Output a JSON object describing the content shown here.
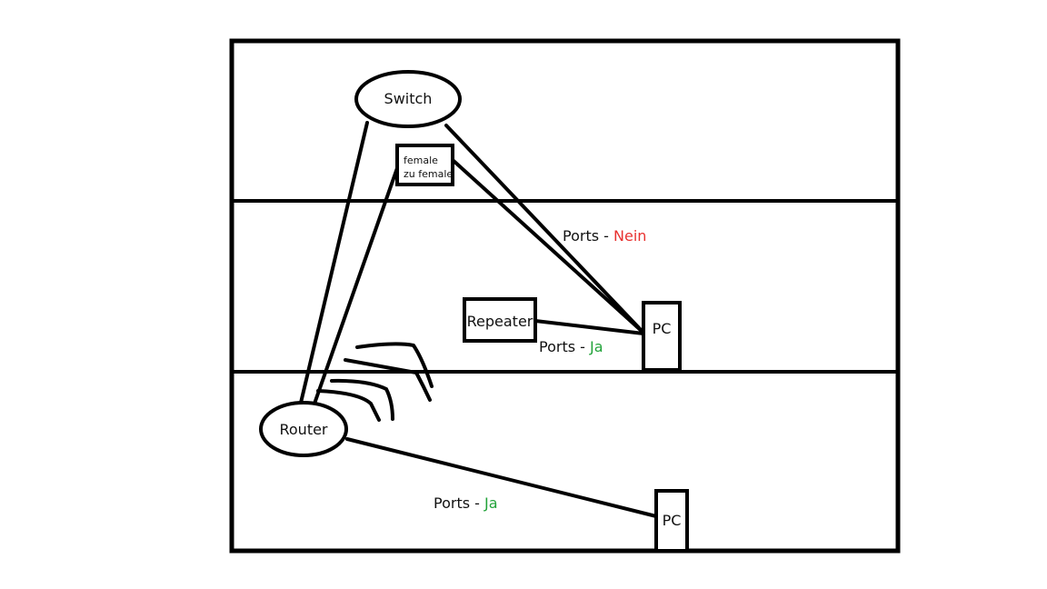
{
  "nodes": {
    "switch": "Switch",
    "adapter_line1": "female",
    "adapter_line2": "zu female",
    "repeater": "Repeater",
    "pc_middle": "PC",
    "router": "Router",
    "pc_bottom": "PC"
  },
  "port_labels": {
    "nein_prefix": "Ports - ",
    "nein_value": "Nein",
    "ja1_prefix": "Ports - ",
    "ja1_value": "Ja",
    "ja2_prefix": "Ports - ",
    "ja2_value": "Ja"
  },
  "colors": {
    "nein": "#e8312f",
    "ja": "#22a33a",
    "ink": "#000000"
  }
}
